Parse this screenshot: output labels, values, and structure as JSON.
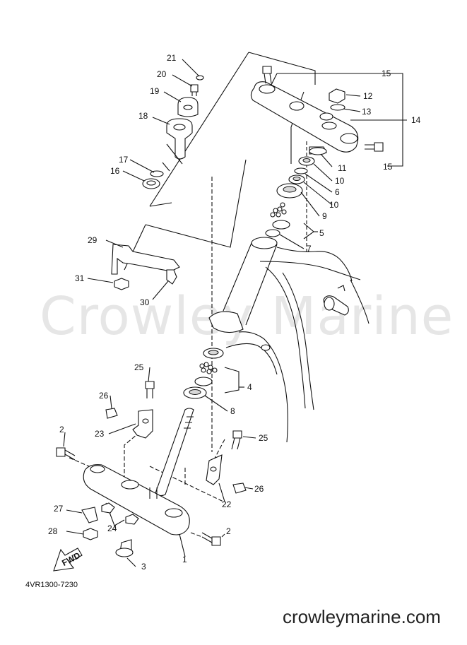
{
  "watermark": "Crowley Marine",
  "part_code": "4VR1300-7230",
  "site": "crowleymarine.com",
  "fwd_label": "FWD",
  "callouts": [
    {
      "id": "c1",
      "label": "1"
    },
    {
      "id": "c2a",
      "label": "2"
    },
    {
      "id": "c2b",
      "label": "2"
    },
    {
      "id": "c3",
      "label": "3"
    },
    {
      "id": "c4",
      "label": "4"
    },
    {
      "id": "c5",
      "label": "5"
    },
    {
      "id": "c6",
      "label": "6"
    },
    {
      "id": "c7",
      "label": "7"
    },
    {
      "id": "c8",
      "label": "8"
    },
    {
      "id": "c9",
      "label": "9"
    },
    {
      "id": "c10a",
      "label": "10"
    },
    {
      "id": "c10b",
      "label": "10"
    },
    {
      "id": "c11",
      "label": "11"
    },
    {
      "id": "c12",
      "label": "12"
    },
    {
      "id": "c13",
      "label": "13"
    },
    {
      "id": "c14",
      "label": "14"
    },
    {
      "id": "c15a",
      "label": "15"
    },
    {
      "id": "c15b",
      "label": "15"
    },
    {
      "id": "c16",
      "label": "16"
    },
    {
      "id": "c17",
      "label": "17"
    },
    {
      "id": "c18",
      "label": "18"
    },
    {
      "id": "c19",
      "label": "19"
    },
    {
      "id": "c20",
      "label": "20"
    },
    {
      "id": "c21",
      "label": "21"
    },
    {
      "id": "c22",
      "label": "22"
    },
    {
      "id": "c23",
      "label": "23"
    },
    {
      "id": "c24",
      "label": "24"
    },
    {
      "id": "c25a",
      "label": "25"
    },
    {
      "id": "c25b",
      "label": "25"
    },
    {
      "id": "c26a",
      "label": "26"
    },
    {
      "id": "c26b",
      "label": "26"
    },
    {
      "id": "c27",
      "label": "27"
    },
    {
      "id": "c28",
      "label": "28"
    },
    {
      "id": "c29",
      "label": "29"
    },
    {
      "id": "c30",
      "label": "30"
    },
    {
      "id": "c31",
      "label": "31"
    }
  ]
}
